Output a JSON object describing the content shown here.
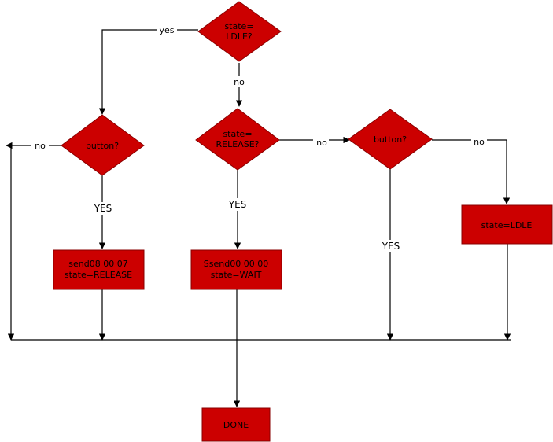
{
  "diagram": {
    "nodes": {
      "d_idle": {
        "line1": "state=",
        "line2": "LDLE?"
      },
      "d_button_left": {
        "line1": "button?"
      },
      "d_release": {
        "line1": "state=",
        "line2": "RELEASE?"
      },
      "d_button_right": {
        "line1": "button?"
      },
      "p_send_left": {
        "line1": "send08 00 07",
        "line2": "state=RELEASE"
      },
      "p_send_mid": {
        "line1": "Ssend00 00 00",
        "line2": "state=WAIT"
      },
      "p_state_idle": {
        "line1": "state=LDLE"
      },
      "p_done": {
        "line1": "DONE"
      }
    },
    "edges": {
      "idle_yes": "yes",
      "idle_no": "no",
      "left_no": "no",
      "left_yes": "YES",
      "release_yes": "YES",
      "release_no": "no",
      "right_no": "no",
      "right_yes": "YES"
    }
  },
  "colors": {
    "shape_fill": "#cc0000",
    "line": "#000000"
  }
}
